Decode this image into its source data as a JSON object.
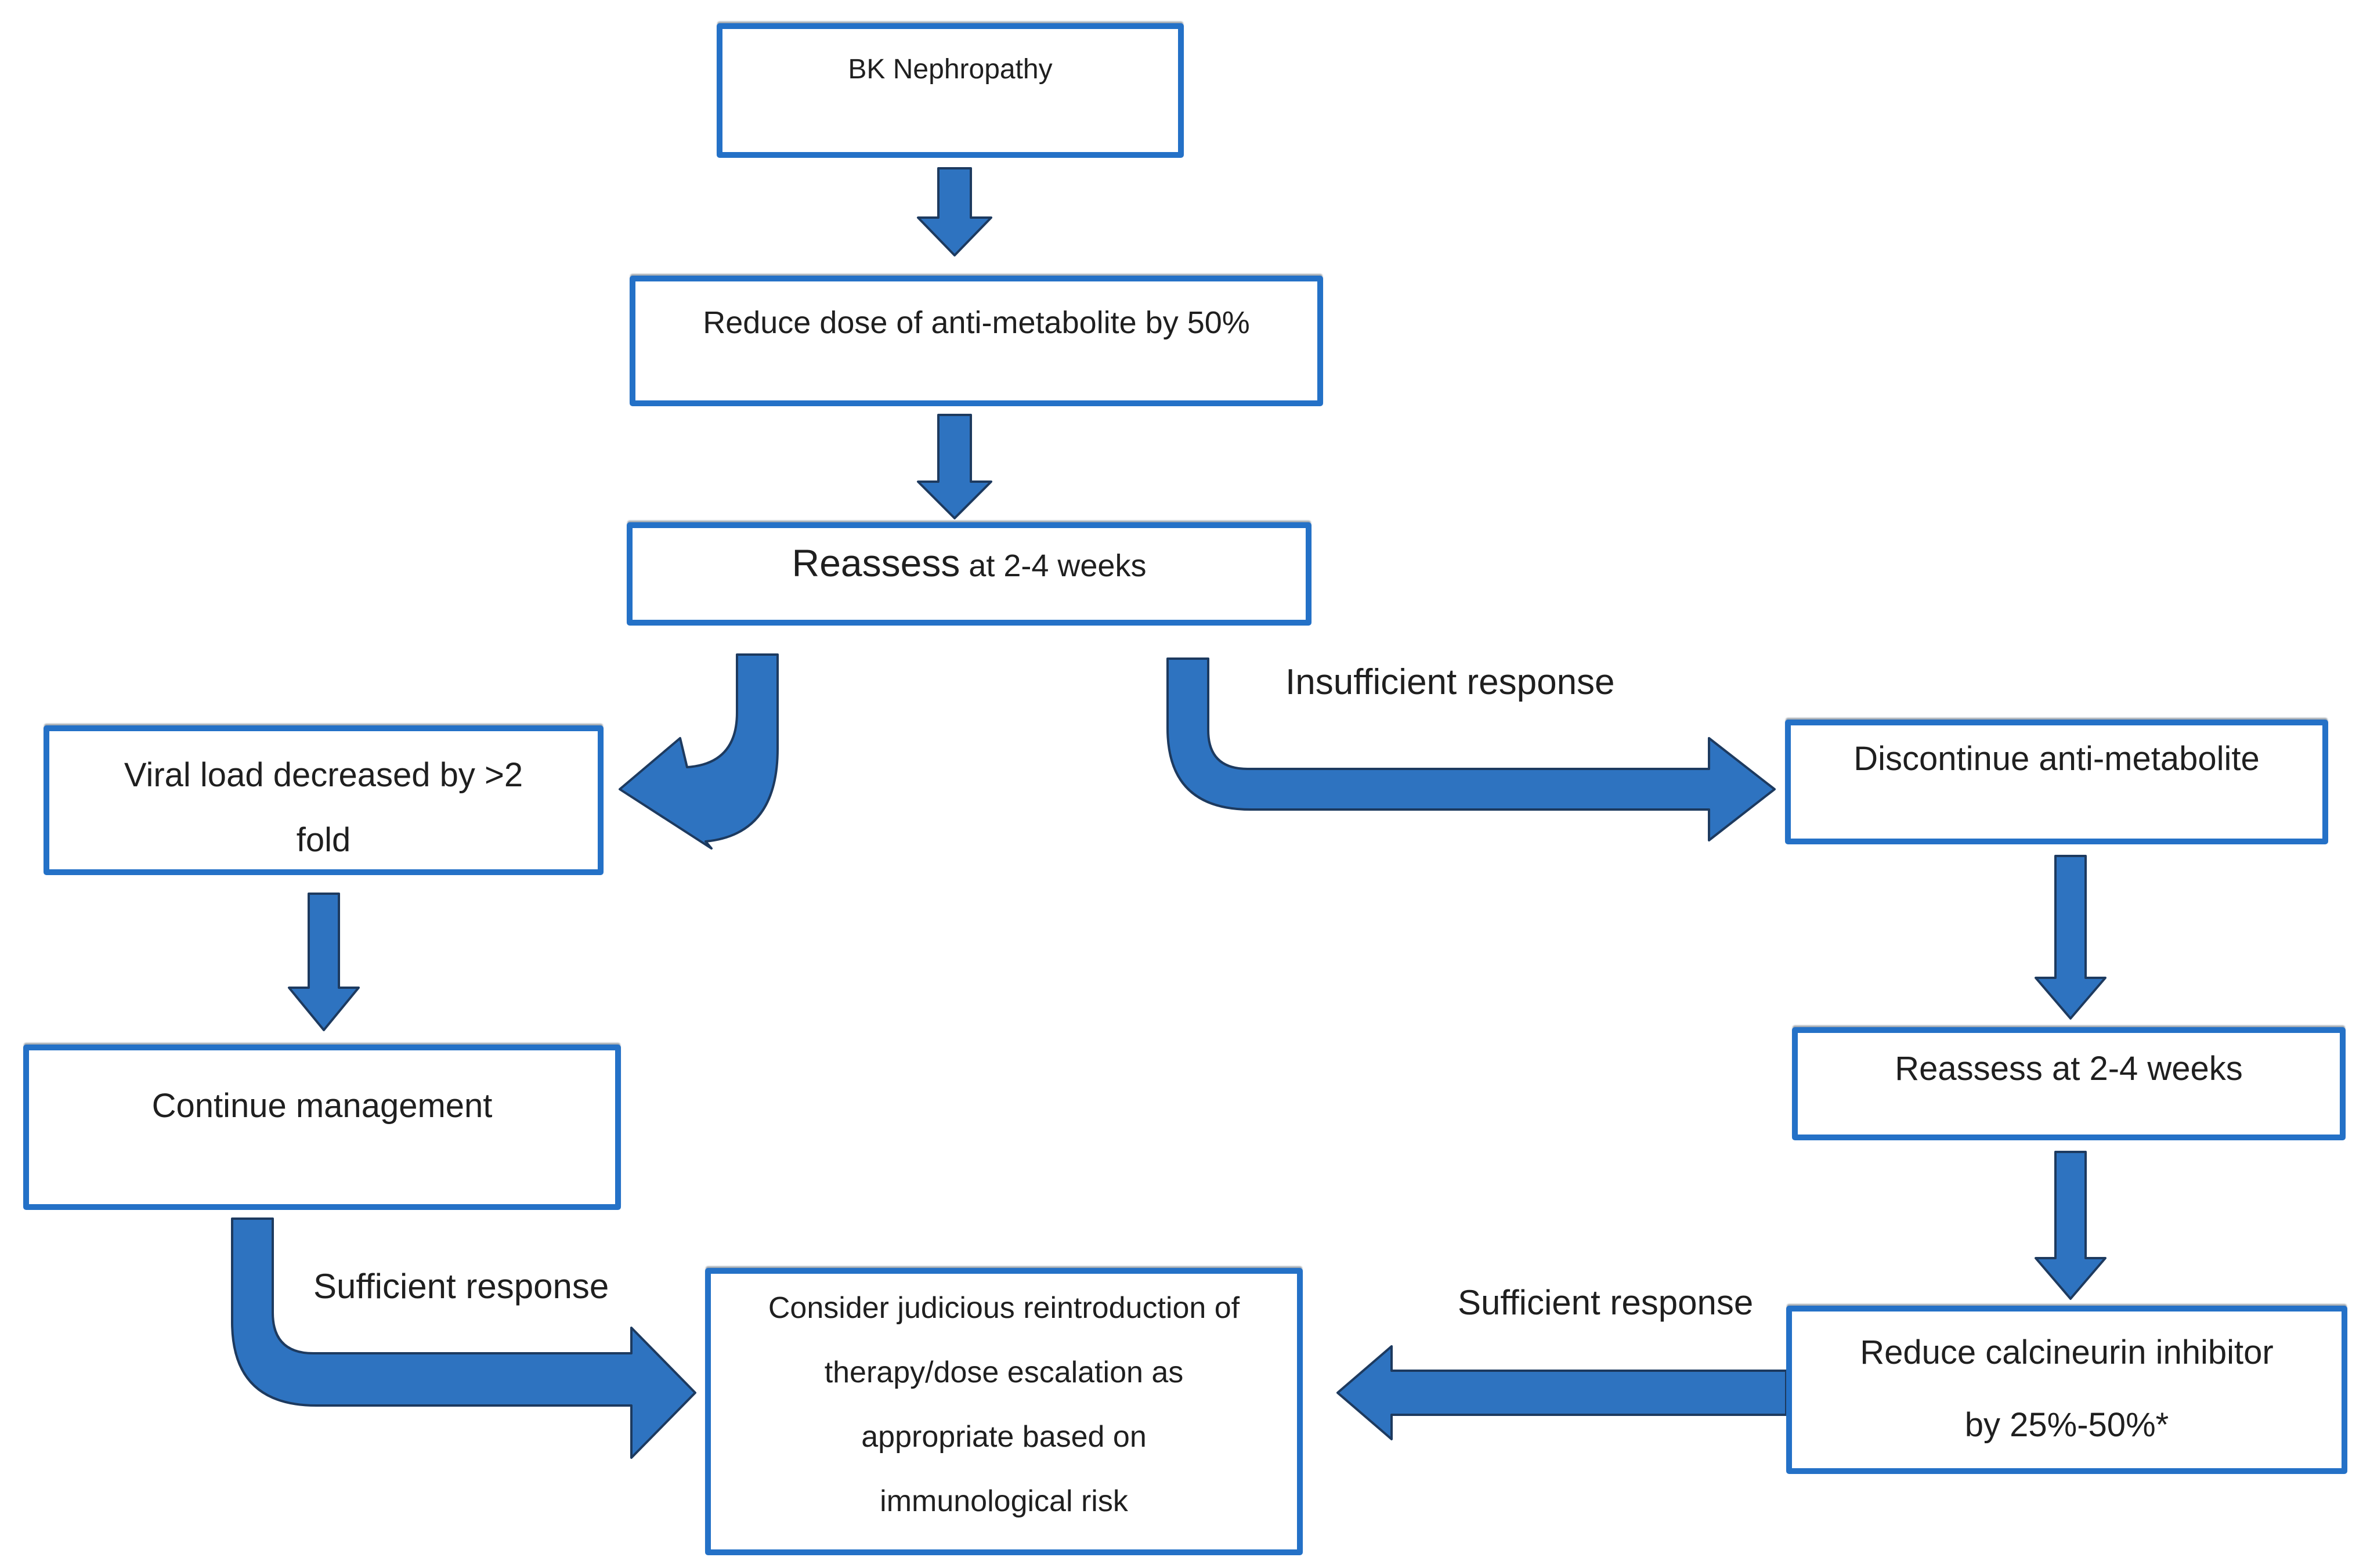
{
  "nodes": {
    "bk": {
      "label": "BK Nephropathy"
    },
    "reduce_dose": {
      "label": "Reduce dose of anti-metabolite by 50%"
    },
    "reassess_1": {
      "emphasis": "Reassess",
      "rest": " at 2-4 weeks"
    },
    "viral_load": {
      "lines": [
        "Viral load decreased by >2",
        "fold"
      ]
    },
    "continue_mgmt": {
      "label": "Continue management"
    },
    "consider": {
      "lines": [
        "Consider judicious reintroduction of",
        "therapy/dose escalation as",
        "appropriate based on",
        "immunological risk"
      ]
    },
    "discontinue": {
      "label": "Discontinue anti-metabolite"
    },
    "reassess_2": {
      "label": "Reassess at 2-4 weeks"
    },
    "reduce_cni": {
      "lines": [
        "Reduce calcineurin inhibitor",
        "by 25%-50%*"
      ]
    }
  },
  "edge_labels": {
    "insufficient_response": "Insufficient response",
    "sufficient_response_left": "Sufficient response",
    "sufficient_response_right": "Sufficient response"
  },
  "colors": {
    "box_border": "#2471c7",
    "arrow_fill": "#2e73c0",
    "arrow_stroke": "#1d3a5f",
    "text": "#1f1f1f",
    "background": "#ffffff"
  }
}
